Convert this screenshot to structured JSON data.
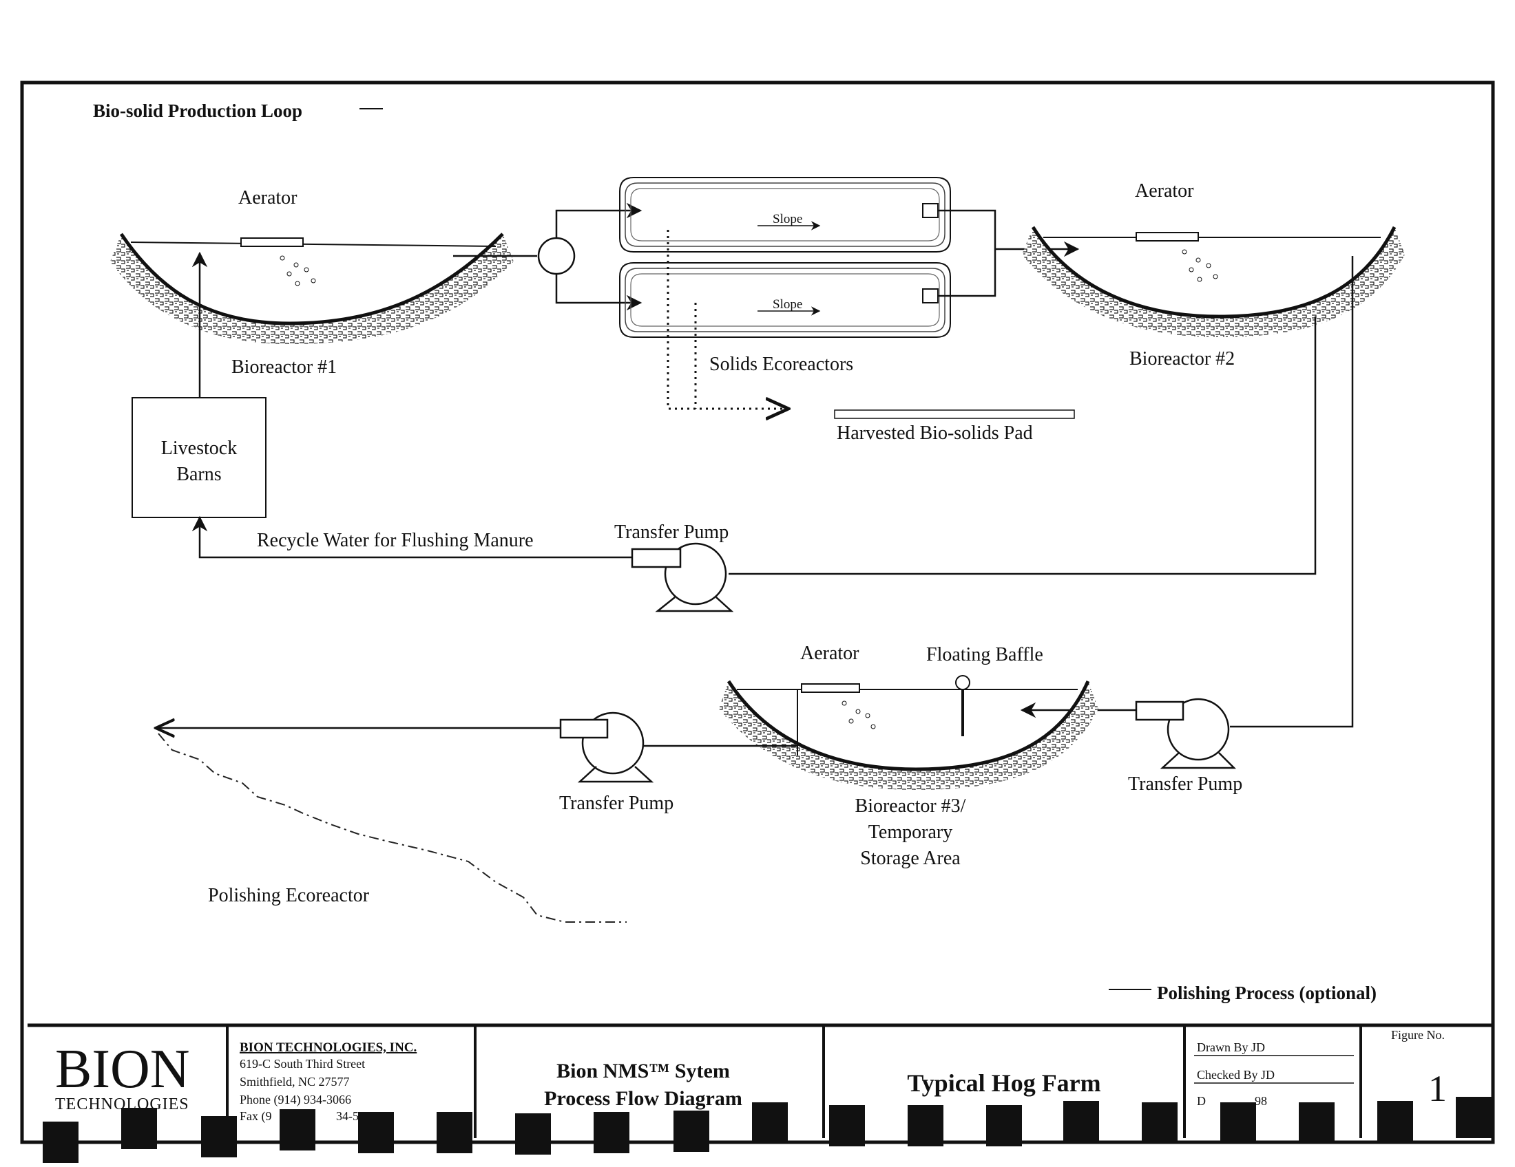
{
  "diagram": {
    "loop_labels": {
      "bio_solid_loop": "Bio-solid Production Loop",
      "polishing_process": "Polishing Process (optional)"
    },
    "nodes": {
      "aerator_1": "Aerator",
      "aerator_2": "Aerator",
      "aerator_3": "Aerator",
      "bioreactor_1": "Bioreactor #1",
      "bioreactor_2": "Bioreactor #2",
      "bioreactor_3_line1": "Bioreactor #3/",
      "bioreactor_3_line2": "Temporary",
      "bioreactor_3_line3": "Storage Area",
      "slope_1": "Slope",
      "slope_2": "Slope",
      "solids_ecoreactors": "Solids Ecoreactors",
      "harvested_pad": "Harvested Bio-solids Pad",
      "livestock_line1": "Livestock",
      "livestock_line2": "Barns",
      "recycle_water": "Recycle Water for Flushing Manure",
      "transfer_pump_1": "Transfer Pump",
      "transfer_pump_2": "Transfer Pump",
      "transfer_pump_3": "Transfer Pump",
      "floating_baffle": "Floating Baffle",
      "polishing_ecoreactor": "Polishing Ecoreactor"
    }
  },
  "title_block": {
    "logo_text": "BION",
    "logo_sub": "TECHNOLOGIES",
    "company_name": "BION TECHNOLOGIES, INC.",
    "address_line1": "619-C South Third Street",
    "address_line2": "Smithfield, NC 27577",
    "phone": "Phone (914) 934-3066",
    "fax": "Fax (9",
    "fax_tail": "34-52",
    "drawing_title_line1": "Bion NMS™ Sytem",
    "drawing_title_line2": "Process Flow Diagram",
    "farm_name": "Typical Hog Farm",
    "drawn_by": "Drawn By  JD",
    "checked_by": "Checked By  JD",
    "date_prefix": "D",
    "date_suffix": "98",
    "figure_no_label": "Figure No.",
    "figure_no": "1"
  }
}
